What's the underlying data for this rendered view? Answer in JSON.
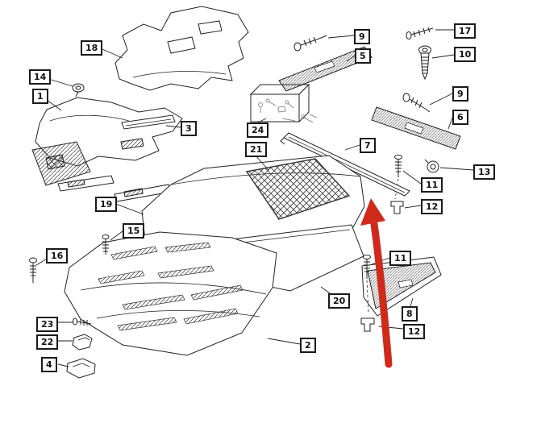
{
  "callouts": [
    "18",
    "14",
    "1",
    "3",
    "9",
    "5",
    "17",
    "10",
    "9",
    "6",
    "24",
    "21",
    "7",
    "13",
    "11",
    "12",
    "19",
    "15",
    "16",
    "11",
    "8",
    "12",
    "20",
    "23",
    "22",
    "4",
    "2"
  ],
  "colors": {
    "line": "#222222",
    "annotation_arrow": "#cf2a1b",
    "callout_border": "#1a1a1a",
    "background": "#ffffff"
  }
}
